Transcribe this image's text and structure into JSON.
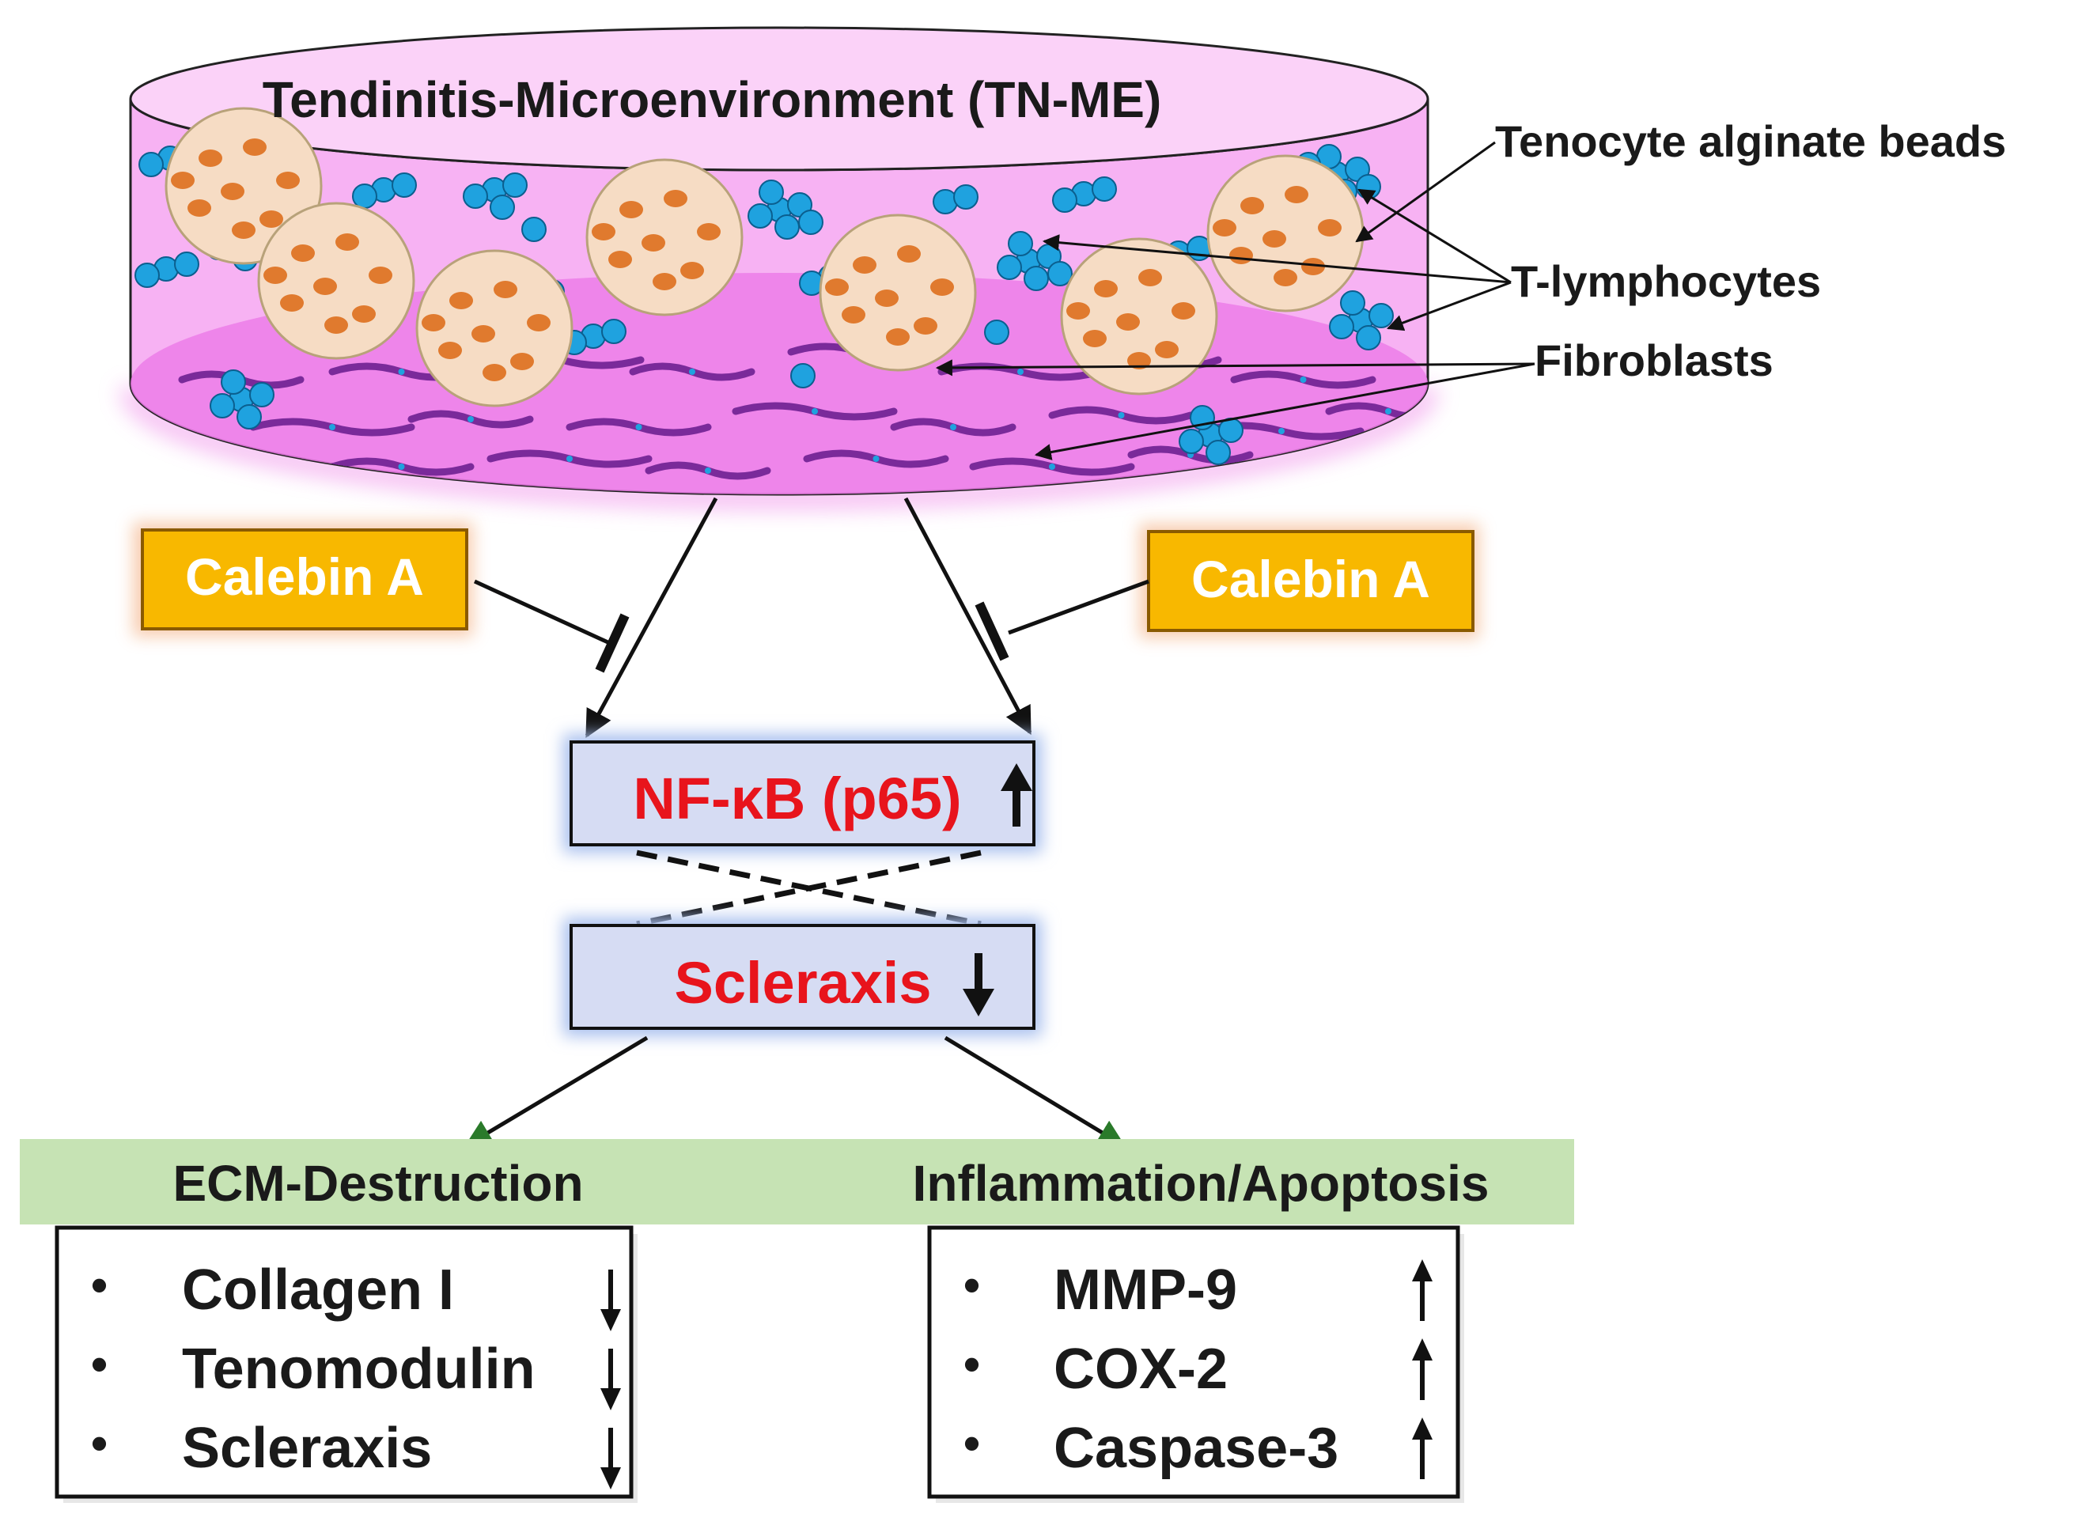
{
  "diagram": {
    "microenvironment": {
      "title": "Tendinitis-Microenvironment (TN-ME)",
      "colors": {
        "dish": "#f7b2f3",
        "dish_top": "#fbd2f8",
        "floor": "#ec7ce7",
        "fibroblast": "#7a2a9a",
        "tcell": "#1fa2df",
        "bead": "#f6dcc4",
        "bead_dot": "#e07a2e"
      }
    },
    "labels": {
      "beads": "Tenocyte alginate beads",
      "tcells": "T-lymphocytes",
      "fibroblasts": "Fibroblasts"
    },
    "inhibitors": {
      "left": "Calebin A",
      "right": "Calebin A",
      "colors": {
        "fill": "#f8b800",
        "border": "#8a5a00",
        "glow": "#f7c8a8"
      }
    },
    "nodes": {
      "nfkb": {
        "label": "NF-κB (p65)",
        "arrow": "up-arrow"
      },
      "scleraxis": {
        "label": "Scleraxis",
        "arrow": "down-arrow"
      },
      "colors": {
        "fill": "#d6dcf3",
        "border": "#111111",
        "glow": "#a9c0ee",
        "text": "#e8141c"
      }
    },
    "categories": {
      "left": "ECM-Destruction",
      "right": "Inflammation/Apoptosis",
      "color": "#c6e3b4"
    },
    "ecm_list": [
      {
        "label": "Collagen  I",
        "trend": "down"
      },
      {
        "label": "Tenomodulin",
        "trend": "down"
      },
      {
        "label": "Scleraxis",
        "trend": "down"
      }
    ],
    "inflammation_list": [
      {
        "label": "MMP-9",
        "trend": "up"
      },
      {
        "label": "COX-2",
        "trend": "up"
      },
      {
        "label": "Caspase-3",
        "trend": "up"
      }
    ],
    "bullet_glyph": "•"
  }
}
